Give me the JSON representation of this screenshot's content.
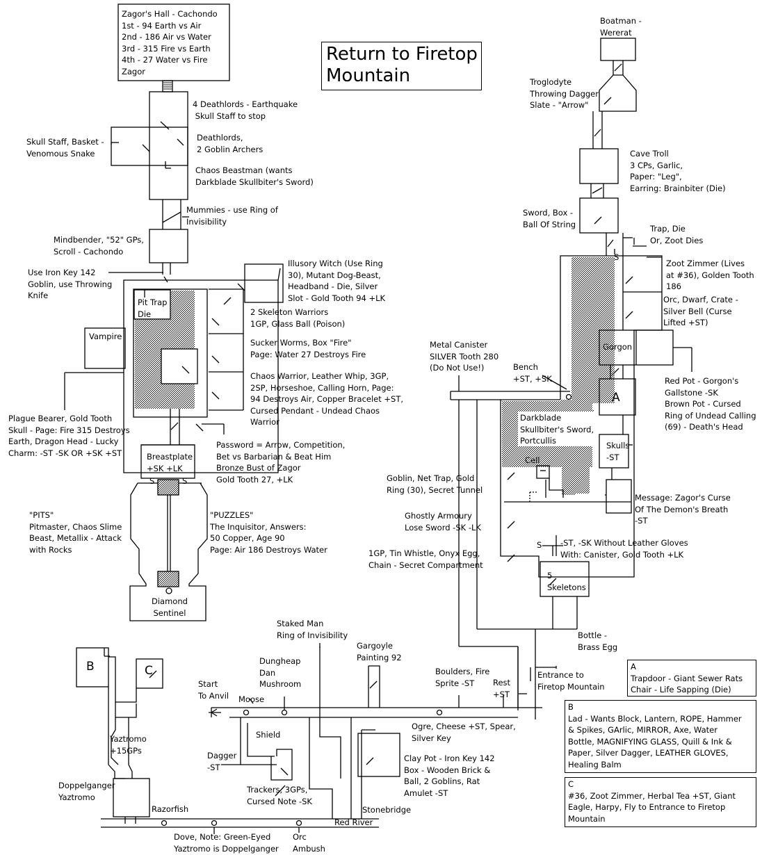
{
  "title": "Return to Firetop\nMountain",
  "labels": {
    "zagors_hall": "Zagor's Hall - Cachondo\n1st - 94 Earth vs Air\n2nd - 186 Air vs Water\n3rd - 315 Fire vs Earth\n4th - 27 Water vs Fire\nZagor",
    "deathlords4": "4 Deathlords - Earthquake\n Skull Staff to stop",
    "skull_staff": "Skull Staff, Basket -\nVenomous Snake",
    "deathlords": "Deathlords,\n2 Goblin Archers",
    "chaos_beastman": "Chaos Beastman (wants\nDarkblade Skullbiter's Sword)",
    "mummies": "Mummies - use Ring of\nInvisibility",
    "mindbender": "Mindbender, \"52\" GPs,\nScroll - Cachondo",
    "iron_key": "Use Iron Key 142\nGoblin, use Throwing\nKnife",
    "illusory_witch": "Illusory Witch (Use Ring\n30), Mutant Dog-Beast,\nHeadband - Die, Silver\nSlot - Gold Tooth 94 +LK",
    "pit_trap": "Pit Trap\nDie",
    "skeleton_warriors": "2 Skeleton Warriors\n1GP, Glass Ball (Poison)",
    "vampire": "Vampire",
    "sucker_worms": "Sucker Worms, Box \"Fire\"\nPage: Water 27 Destroys Fire",
    "chaos_warrior": "Chaos Warrior, Leather Whip, 3GP,\n2SP, Horseshoe, Calling Horn, Page:\n94 Destroys Air, Copper Bracelet +ST,\nCursed Pendant - Undead Chaos\nWarrior",
    "plague_bearer": "Plague Bearer, Gold Tooth\nSkull - Page: Fire 315 Destroys\nEarth, Dragon Head - Lucky\nCharm: -ST -SK OR +SK +ST",
    "password": "Password = Arrow, Competition,\nBet vs Barbarian & Beat Him\nBronze Bust of Zagor\nGold Tooth 27, +LK",
    "breastplate": "Breastplate\n+SK +LK",
    "s_left": "S",
    "s_right": "S",
    "pits": "\"PITS\"\nPitmaster, Chaos Slime\nBeast, Metallix - Attack\nwith Rocks",
    "puzzles": "\"PUZZLES\"\nThe Inquisitor, Answers:\n50 Copper, Age 90\nPage: Air 186 Destroys Water",
    "diamond_sentinel": "Diamond\nSentinel",
    "boatman": "Boatman -\nWererat",
    "troglodyte": "Troglodyte\nThrowing Dagger\nSlate - \"Arrow\"",
    "cave_troll": "Cave Troll\n3 CPs, Garlic,\nPaper: \"Leg\",\nEarring: Brainbiter (Die)",
    "sword_box": "Sword, Box -\nBall Of String",
    "trap_die": "Trap, Die\nOr, Zoot Dies",
    "s_top": "S",
    "zoot": "Zoot Zimmer (Lives\nat #36), Golden Tooth\n186",
    "orc_dwarf": "Orc, Dwarf, Crate -\nSilver Bell (Curse\nLifted +ST)",
    "gorgon": "Gorgon",
    "metal_canister": "Metal Canister\nSILVER Tooth 280\n(Do Not Use!)",
    "bench": "Bench\n+ST, +SK",
    "red_pot": "Red Pot - Gorgon's\nGallstone -SK\nBrown Pot - Cursed\nRing of Undead Calling\n(69) - Death's Head",
    "a_letter": "A",
    "darkblade": "Darkblade\nSkullbiter's Sword,\nPortcullis",
    "skulls": "Skulls\n-ST",
    "cell": "Cell",
    "goblin_net": "Goblin, Net Trap, Gold\nRing (30), Secret Tunnel",
    "message": "Message: Zagor's Curse\nOf The Demon's Breath\n-ST",
    "ghostly": "Ghostly Armoury\nLose Sword -SK -LK",
    "tin_whistle": "1GP, Tin Whistle, Onyx Egg,\nChain - Secret Compartment",
    "s_low": "S",
    "leather_gloves": "-ST, -SK Without Leather Gloves\nWith: Canister, Gold Tooth +LK",
    "five_skeletons": "5\nSkeletons",
    "bottle": "Bottle -\nBrass Egg",
    "staked_man": "Staked Man\nRing of Invisibility",
    "gargoyle": "Gargoyle\nPainting 92",
    "dungheap": "Dungheap\nDan\nMushroom",
    "boulders": "Boulders, Fire\nSprite -ST",
    "rest": "Rest\n+ST",
    "entrance": "Entrance to\nFiretop Mountain",
    "start": "Start\nTo Anvil",
    "moose": "Moose",
    "shield": "Shield",
    "ogre": "Ogre, Cheese +ST, Spear,\nSilver Key",
    "dagger": "Dagger\n-ST",
    "clay_pot": "Clay Pot - Iron Key 142\nBox - Wooden Brick &\nBall, 2 Goblins, Rat\nAmulet -ST",
    "trackers": "Trackers, 3GPs,\nCursed Note -SK",
    "b_letter": "B",
    "c_letter": "C",
    "yaztromo": "Yaztromo\n+15GPs",
    "doppelganger": "Doppelganger\nYaztromo",
    "razorfish": "Razorfish",
    "stonebridge": "Stonebridge",
    "red_river": "Red River",
    "dove": "Dove, Note: Green-Eyed\nYaztromo is Doppelganger",
    "orc_ambush": "Orc\nAmbush"
  },
  "key_boxes": {
    "a": "A\nTrapdoor - Giant Sewer Rats\nChair - Life Sapping (Die)",
    "b": "B\nLad - Wants Block, Lantern, ROPE, Hammer\n& Spikes, GArlic, MIRROR, Axe, Water\nBottle, MAGNIFYING GLASS, Quill & Ink &\nPaper, Silver Dagger, LEATHER GLOVES,\nHealing Balm",
    "c": "C\n#36, Zoot Zimmer, Herbal Tea +ST, Giant\nEagle, Harpy, Fly to Entrance to Firetop\nMountain"
  }
}
